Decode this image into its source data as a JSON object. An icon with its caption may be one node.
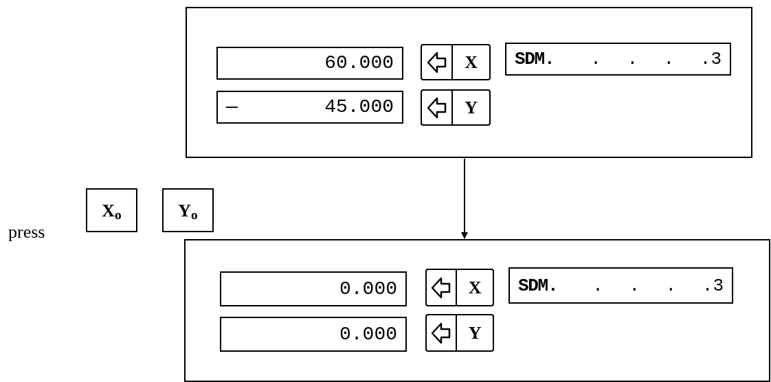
{
  "diagram": {
    "nodes": [
      {
        "text": [],
        "shape": "box"
      },
      {
        "text": [
          "60.000"
        ],
        "in": 0
      },
      {
        "text": [
          "—",
          "45.000"
        ],
        "in": 0
      },
      {
        "text": [
          "X"
        ],
        "in": 0
      },
      {
        "text": [
          "Y"
        ],
        "in": 0
      },
      {
        "text": [
          "SDM.",
          ". . . .3"
        ],
        "in": 0
      },
      {
        "text": [],
        "shape": "box"
      },
      {
        "text": [
          "0.000"
        ],
        "in": 6
      },
      {
        "text": [
          "0.000"
        ],
        "in": 6
      },
      {
        "text": [
          "X"
        ],
        "in": 6
      },
      {
        "text": [
          "Y"
        ],
        "in": 6
      },
      {
        "text": [
          "SDM.",
          ". . . .3"
        ],
        "in": 6
      },
      {
        "text": [
          "X$_{o}$"
        ]
      },
      {
        "text": [
          "Y$_{o}$"
        ]
      }
    ],
    "edges": [
      {
        "from": 0,
        "to": 6,
        "arrow": "to"
      }
    ],
    "labels": [
      "press"
    ]
  }
}
